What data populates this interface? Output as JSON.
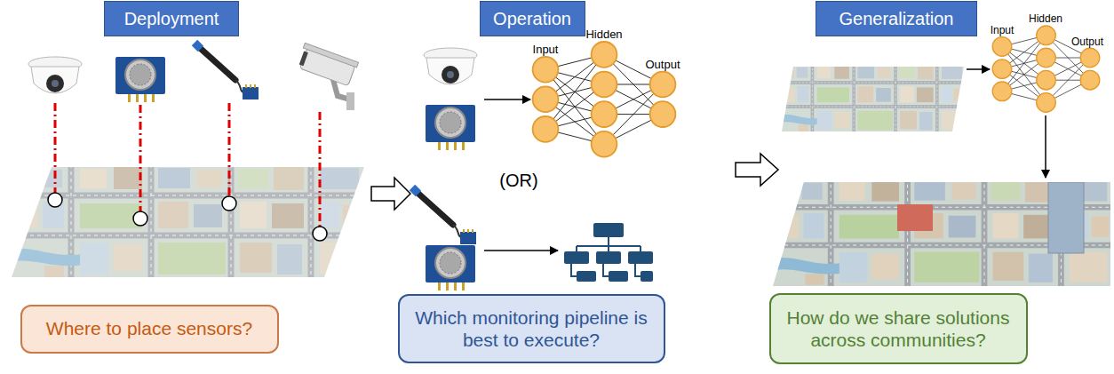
{
  "diagram": {
    "nodes": [
      {
        "text": [
          "Deployment"
        ]
      },
      {
        "text": [
          "Operation"
        ]
      },
      {
        "text": [
          "Generalization"
        ]
      },
      {
        "text": [
          "Where to place sensors?"
        ]
      },
      {
        "text": [
          "Which monitoring pipeline is best to execute?"
        ]
      },
      {
        "text": [
          "How do we share solutions across communities?"
        ]
      }
    ],
    "labels": [
      "(OR)",
      "Input",
      "Hidden",
      "Output",
      "Input",
      "Hidden",
      "Output"
    ]
  }
}
